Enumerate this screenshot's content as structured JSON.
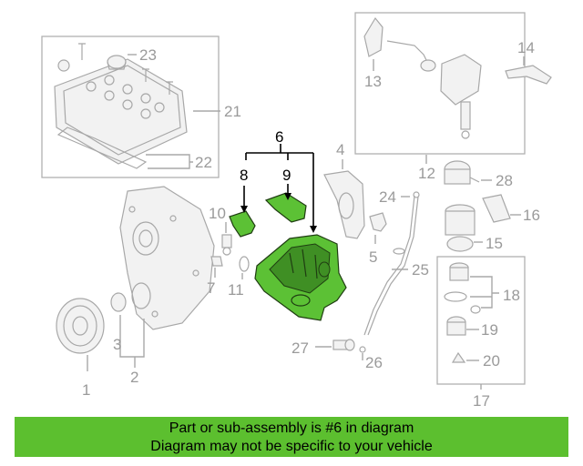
{
  "callouts": {
    "c1": "1",
    "c2": "2",
    "c3": "3",
    "c4": "4",
    "c5": "5",
    "c6": "6",
    "c7": "7",
    "c8": "8",
    "c9": "9",
    "c10": "10",
    "c11": "11",
    "c12": "12",
    "c13": "13",
    "c14": "14",
    "c15": "15",
    "c16": "16",
    "c17": "17",
    "c18": "18",
    "c19": "19",
    "c20": "20",
    "c21": "21",
    "c22": "22",
    "c23": "23",
    "c24": "24",
    "c25": "25",
    "c26": "26",
    "c27": "27",
    "c28": "28"
  },
  "highlighted_part": "6",
  "banner": {
    "line1": "Part or sub-assembly is #6 in diagram",
    "line2": "Diagram may not be specific to your vehicle"
  },
  "colors": {
    "highlight": "#5cc135",
    "banner": "#5cbf2f",
    "linework": "#a8a8a8"
  }
}
